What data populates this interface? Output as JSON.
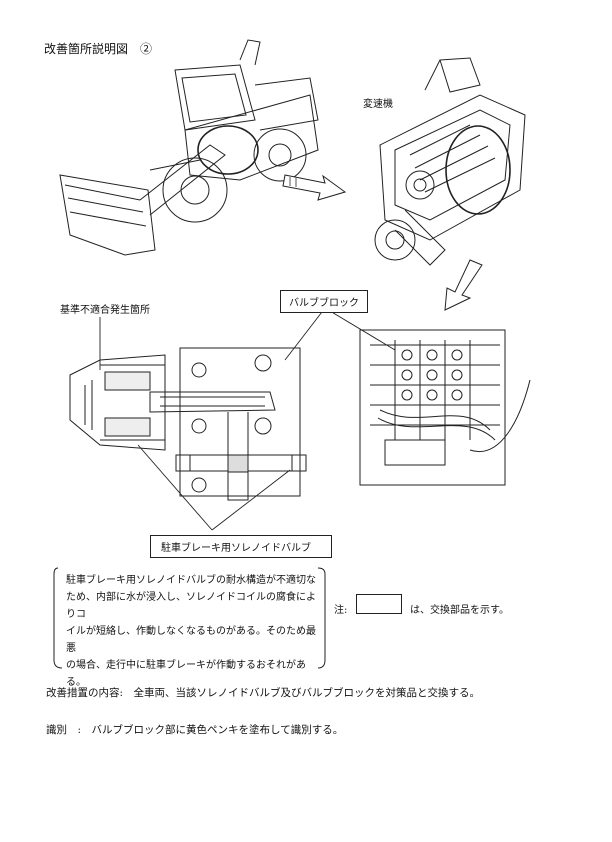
{
  "title": "改善箇所説明図　②",
  "labels": {
    "transmission": "変速機",
    "defect_location": "基準不適合発生箇所",
    "valve_block": "バルブブロック",
    "solenoid_valve": "駐車ブレーキ用ソレノイドバルブ"
  },
  "description": {
    "lines": [
      "駐車ブレーキ用ソレノイドバルブの耐水構造が不適切な",
      "ため、内部に水が浸入し、ソレノイドコイルの腐食によりコ",
      "イルが短絡し、作動しなくなるものがある。そのため最悪",
      "の場合、走行中に駐車ブレーキが作動するおそれがあ",
      "る。"
    ]
  },
  "legend": {
    "prefix": "注:",
    "suffix": "は、交換部品を示す。"
  },
  "measures": "改善措置の内容:　全車両、当該ソレノイドバルブ及びバルブブロックを対策品と交換する。",
  "identification": "識別　:　バルブブロック部に黄色ペンキを塗布して識別する。"
}
